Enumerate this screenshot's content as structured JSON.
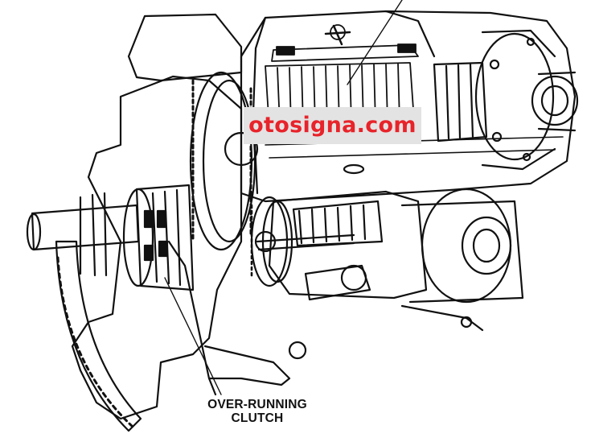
{
  "watermark": {
    "text": "otosigna.com",
    "color": "#e8232a",
    "background": "#e3e3e3"
  },
  "labels": {
    "clutch_line1": "OVER-RUNNING",
    "clutch_line2": "CLUTCH"
  }
}
